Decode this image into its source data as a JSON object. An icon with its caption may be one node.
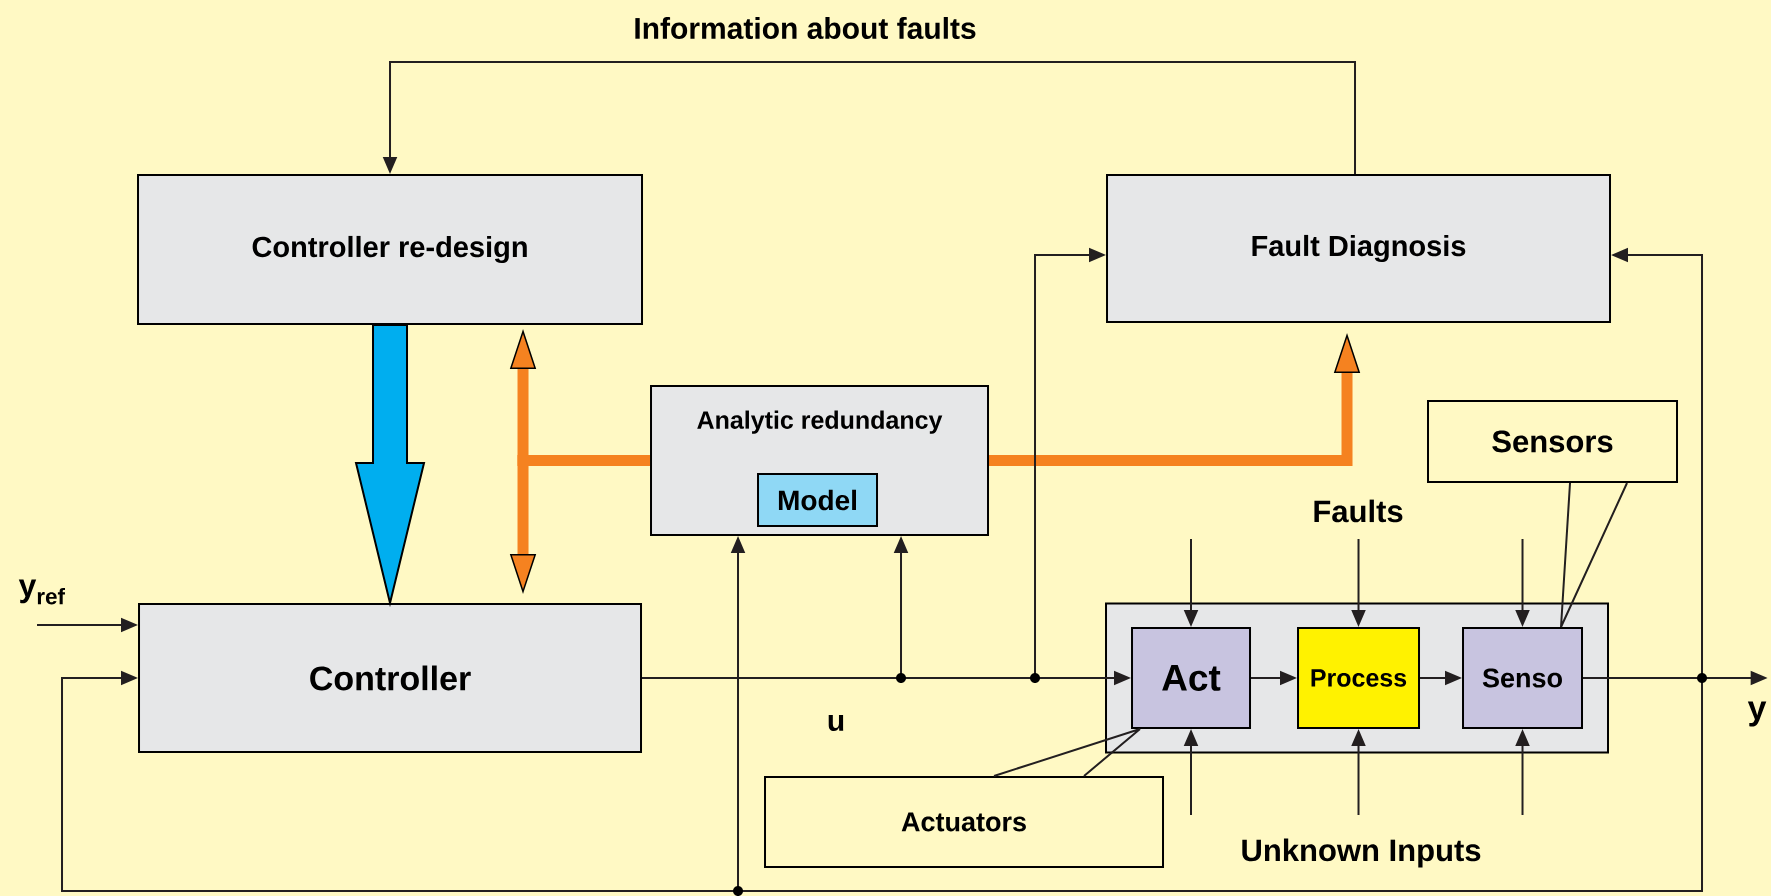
{
  "diagram": {
    "nodes": [
      {
        "text": [
          "Controller re-design"
        ]
      },
      {
        "text": [
          "Fault Diagnosis"
        ]
      },
      {
        "text": [
          "Analytic redundancy"
        ]
      },
      {
        "text": [
          "Model"
        ],
        "in": 2
      },
      {
        "text": [
          "Controller"
        ]
      },
      {
        "text": [],
        "shape": "box"
      },
      {
        "text": [
          "Act"
        ],
        "in": 5
      },
      {
        "text": [
          "Process"
        ],
        "in": 5
      },
      {
        "text": [
          "Senso"
        ],
        "in": 5
      },
      {
        "text": [
          "Sensors"
        ]
      },
      {
        "text": [
          "Actuators"
        ]
      },
      {
        "text": [
          "y"
        ]
      }
    ],
    "edges": [
      {
        "from": 0,
        "to": 4,
        "arrow": "to",
        "style": "thick",
        "color": "#00aeef"
      },
      {
        "from": 2,
        "to": 0,
        "arrow": "to",
        "style": "thick",
        "color": "#f58220"
      },
      {
        "from": 2,
        "to": 4,
        "arrow": "to",
        "style": "thick",
        "color": "#f58220"
      },
      {
        "from": 2,
        "to": 1,
        "arrow": "to",
        "style": "thick",
        "color": "#f58220"
      },
      {
        "from": 1,
        "to": 0,
        "arrow": "to",
        "label": "Information about faults"
      },
      {
        "from": null,
        "to": 4,
        "arrow": "to"
      },
      {
        "from": 8,
        "to": 4,
        "arrow": "to"
      },
      {
        "from": 4,
        "to": 6,
        "arrow": "to",
        "label": "u"
      },
      {
        "from": 4,
        "to": 2,
        "arrow": "to"
      },
      {
        "from": 4,
        "to": 1,
        "arrow": "to"
      },
      {
        "from": 6,
        "to": 7,
        "arrow": "to"
      },
      {
        "from": 7,
        "to": 8,
        "arrow": "to"
      },
      {
        "from": 8,
        "to": 11,
        "arrow": "to"
      },
      {
        "from": 8,
        "to": 1,
        "arrow": "to"
      },
      {
        "from": 8,
        "to": 2,
        "arrow": "to"
      },
      {
        "from": null,
        "to": 6,
        "arrow": "to"
      },
      {
        "from": null,
        "to": 7,
        "arrow": "to"
      },
      {
        "from": null,
        "to": 8,
        "arrow": "to"
      },
      {
        "from": null,
        "to": 6,
        "arrow": "to"
      },
      {
        "from": null,
        "to": 7,
        "arrow": "to"
      },
      {
        "from": null,
        "to": 8,
        "arrow": "to"
      },
      {
        "from": 9,
        "to": 8,
        "arrow": "none"
      },
      {
        "from": 10,
        "to": 6,
        "arrow": "none"
      }
    ],
    "labels": [
      "y$_{ref}$",
      "Faults",
      "Unknown Inputs"
    ]
  }
}
